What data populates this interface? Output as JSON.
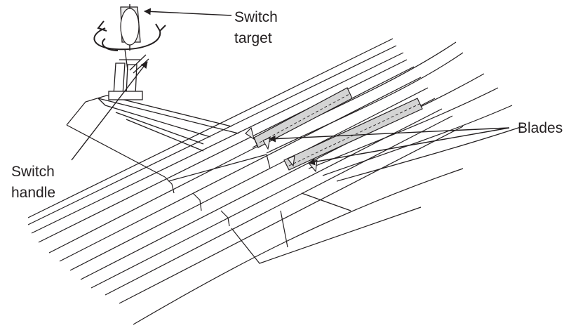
{
  "labels": {
    "switch_target": [
      "Switch",
      "target"
    ],
    "switch_handle": [
      "Switch",
      "handle"
    ],
    "blades": "Blades"
  },
  "colors": {
    "line": "#231f20",
    "blade_fill": "#d4d4d4",
    "target_fill": "#ececec",
    "background": "#ffffff"
  },
  "icons": [
    "rotation-arrow-icon",
    "pointer-arrow-icon"
  ]
}
